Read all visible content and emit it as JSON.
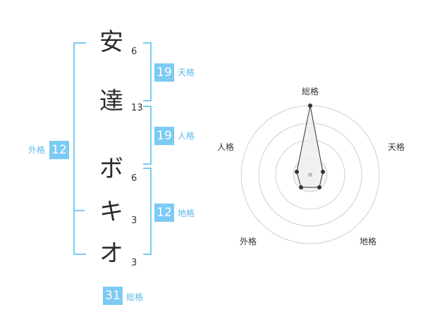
{
  "name": {
    "characters": [
      {
        "char": "安",
        "strokes": "6"
      },
      {
        "char": "達",
        "strokes": "13"
      },
      {
        "char": "ボ",
        "strokes": "6"
      },
      {
        "char": "キ",
        "strokes": "3"
      },
      {
        "char": "オ",
        "strokes": "3"
      }
    ]
  },
  "fortunes": {
    "tenkaku": {
      "label": "天格",
      "value": "19"
    },
    "jinkaku": {
      "label": "人格",
      "value": "19"
    },
    "chikaku": {
      "label": "地格",
      "value": "12"
    },
    "gaikaku": {
      "label": "外格",
      "value": "12"
    },
    "soukaku": {
      "label": "総格",
      "value": "31"
    }
  },
  "radar": {
    "labels": {
      "top": "総格",
      "right": "天格",
      "bottom_right": "地格",
      "bottom_left": "外格",
      "left": "人格"
    },
    "colors": {
      "ring": "#cfcfcf",
      "fill": "#eeeeee",
      "line": "#333333",
      "center": "#bbbbbb"
    }
  },
  "colors": {
    "accent": "#7ccaf5",
    "accent_text": "#5fb9ea",
    "text": "#2b2b2b"
  }
}
